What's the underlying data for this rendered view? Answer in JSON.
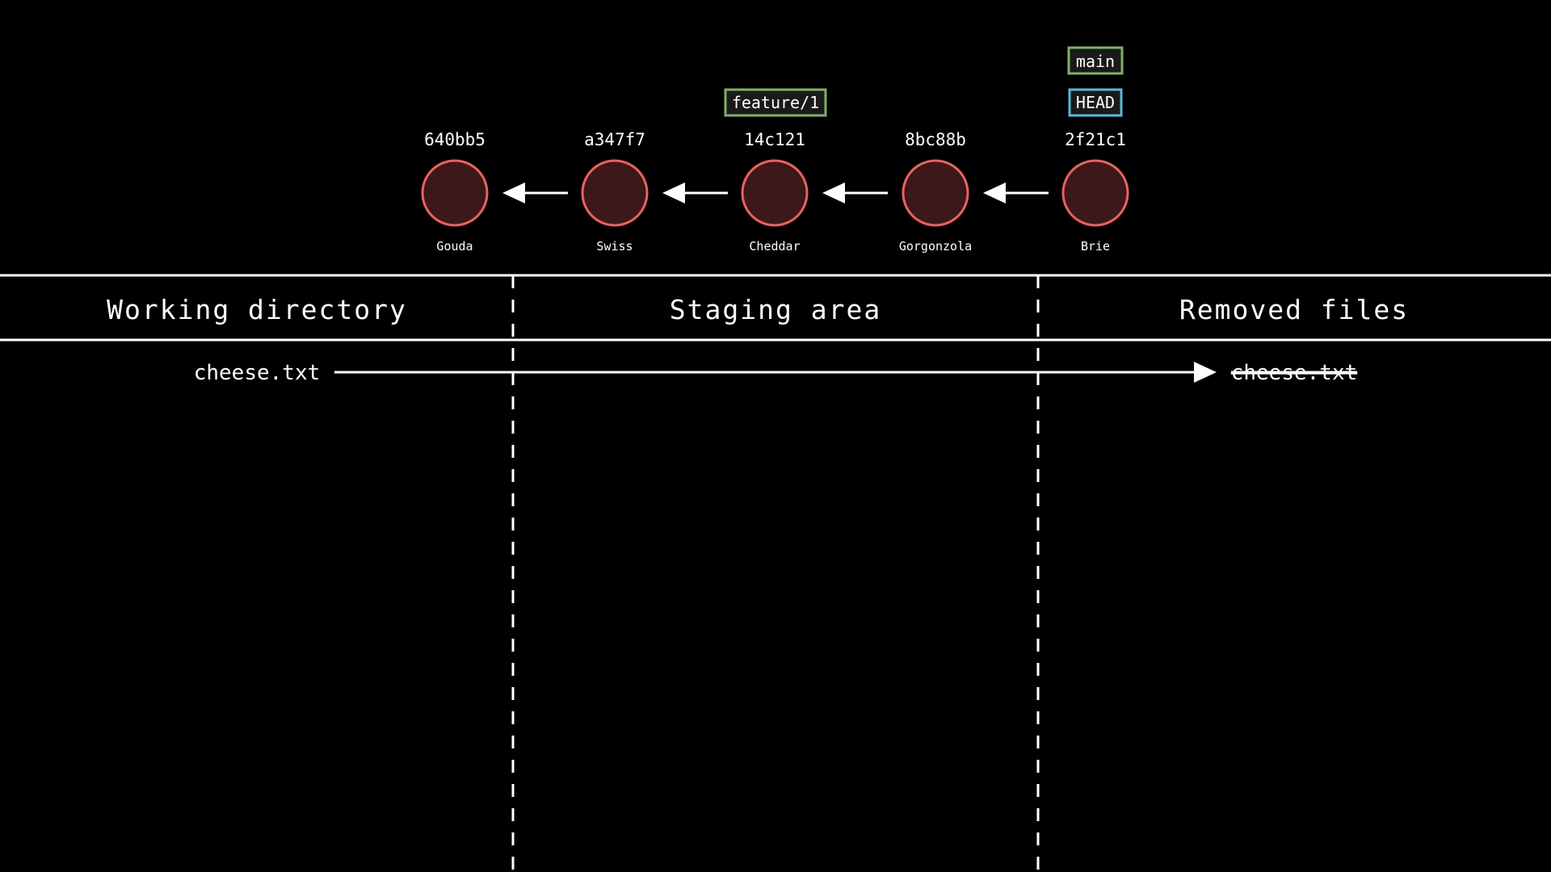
{
  "commits": [
    {
      "hash": "640bb5",
      "name": "Gouda"
    },
    {
      "hash": "a347f7",
      "name": "Swiss"
    },
    {
      "hash": "14c121",
      "name": "Cheddar"
    },
    {
      "hash": "8bc88b",
      "name": "Gorgonzola"
    },
    {
      "hash": "2f21c1",
      "name": "Brie"
    }
  ],
  "refs": {
    "feature_branch": "feature/1",
    "main_branch": "main",
    "head": "HEAD"
  },
  "sections": {
    "working": "Working directory",
    "staging": "Staging area",
    "removed": "Removed files"
  },
  "files": {
    "working_file": "cheese.txt",
    "removed_file": "cheese.txt"
  },
  "colors": {
    "background": "#000000",
    "commit_stroke": "#e8635f",
    "commit_fill": "#3d1818",
    "branch_border": "#7fb069",
    "head_border": "#5bb8d0",
    "tag_fill": "#1a1a1a",
    "line": "#ffffff"
  }
}
